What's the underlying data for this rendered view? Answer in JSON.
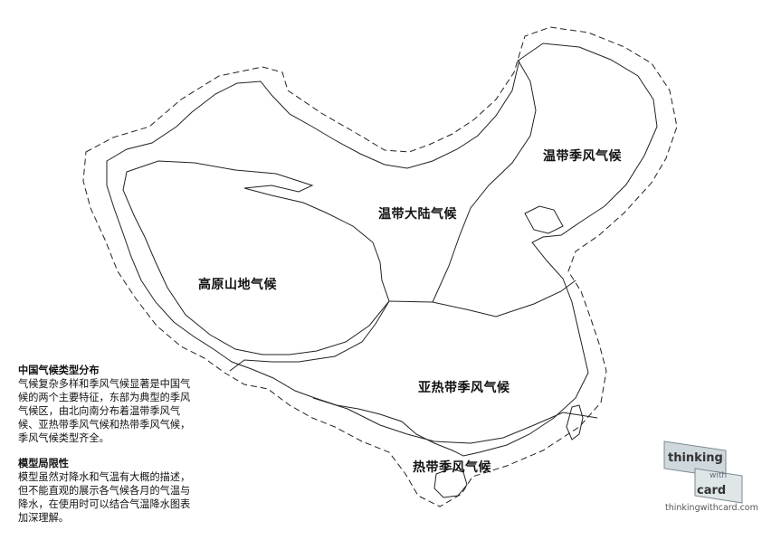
{
  "map": {
    "regions": [
      {
        "id": "temperate-monsoon",
        "label": "温带季风气候"
      },
      {
        "id": "temperate-continental",
        "label": "温带大陆气候"
      },
      {
        "id": "plateau-mountain",
        "label": "高原山地气候"
      },
      {
        "id": "subtropical-monsoon",
        "label": "亚热带季风气候"
      },
      {
        "id": "tropical-monsoon",
        "label": "热带季风气候"
      }
    ]
  },
  "notes": {
    "distribution_title": "中国气候类型分布",
    "distribution_text": "气候复杂多样和季风气候显著是中国气候的两个主要特征，东部为典型的季风气候区，由北向南分布着温带季风气候、亚热带季风气候和热带季风气候，季风气候类型齐全。",
    "limitation_title": "模型局限性",
    "limitation_text": "模型虽然对降水和气温有大概的描述，但不能直观的展示各气候各月的气温与降水，在使用时可以结合气温降水图表加深理解。"
  },
  "logo": {
    "word1": "thinking",
    "word2": "with",
    "word3": "card",
    "url": "thinkingwithcard.com"
  }
}
